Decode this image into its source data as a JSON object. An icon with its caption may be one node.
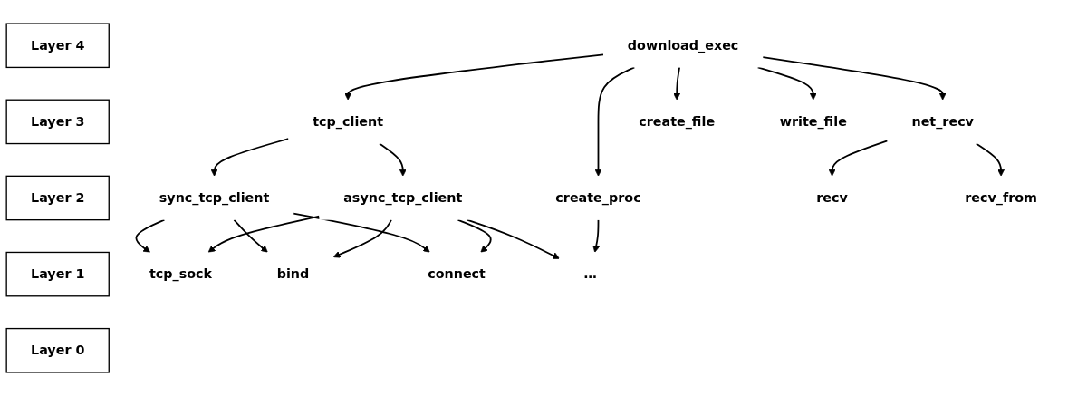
{
  "diagram": {
    "nodes": [
      {
        "text": [
          "Layer 4"
        ]
      },
      {
        "text": [
          "download_exec"
        ]
      },
      {
        "text": [
          "Layer 3"
        ]
      },
      {
        "text": [
          "tcp_client"
        ]
      },
      {
        "text": [
          "Layer 2"
        ]
      },
      {
        "text": [
          "sync_tcp_client"
        ]
      },
      {
        "text": [
          "async_tcp_client"
        ]
      },
      {
        "text": [
          "create_proc"
        ]
      },
      {
        "text": [
          "Layer 1"
        ]
      },
      {
        "text": [
          "net_recv"
        ]
      },
      {
        "text": [
          "Layer 0"
        ]
      },
      {
        "text": [
          "recv"
        ]
      },
      {
        "text": [
          "recv_from"
        ]
      },
      {
        "text": [
          "tcp_sock"
        ]
      },
      {
        "text": [
          "bind"
        ]
      },
      {
        "text": [
          "connect"
        ]
      },
      {
        "text": [
          "…"
        ]
      },
      {
        "text": [
          "create_file"
        ]
      },
      {
        "text": [
          "write_file"
        ]
      }
    ],
    "edges": [
      {
        "from": 1,
        "to": 9,
        "arrow": "to"
      },
      {
        "from": 1,
        "to": 3,
        "arrow": "to"
      },
      {
        "from": 1,
        "to": 7,
        "arrow": "to"
      },
      {
        "from": 1,
        "to": 17,
        "arrow": "to"
      },
      {
        "from": 1,
        "to": 18,
        "arrow": "to"
      },
      {
        "from": 3,
        "to": 5,
        "arrow": "to"
      },
      {
        "from": 3,
        "to": 6,
        "arrow": "to"
      },
      {
        "from": 9,
        "to": 11,
        "arrow": "to"
      },
      {
        "from": 9,
        "to": 12,
        "arrow": "to"
      },
      {
        "from": 5,
        "to": 13,
        "arrow": "to"
      },
      {
        "from": 5,
        "to": 14,
        "arrow": "to"
      },
      {
        "from": 5,
        "to": 15,
        "arrow": "to"
      },
      {
        "from": 6,
        "to": 13,
        "arrow": "to"
      },
      {
        "from": 6,
        "to": 14,
        "arrow": "to"
      },
      {
        "from": 6,
        "to": 15,
        "arrow": "to"
      },
      {
        "from": 6,
        "to": 16,
        "arrow": "to"
      },
      {
        "from": 7,
        "to": 16,
        "arrow": "to"
      }
    ]
  }
}
